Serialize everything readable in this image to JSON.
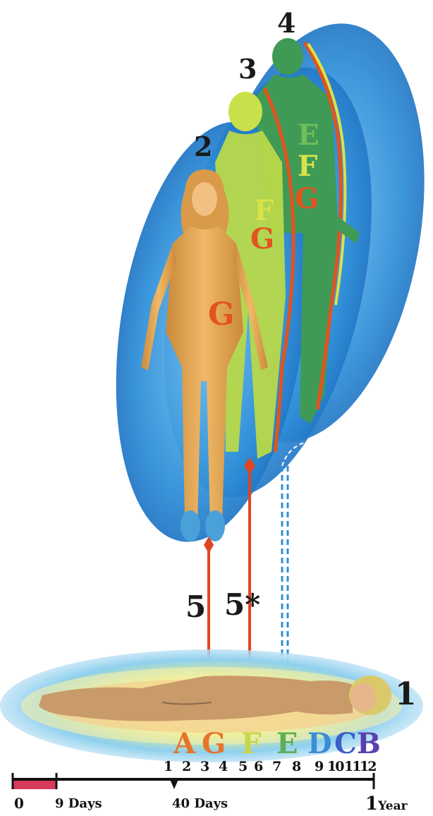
{
  "bodies": [
    {
      "num": "1"
    },
    {
      "num": "2"
    },
    {
      "num": "3"
    },
    {
      "num": "4"
    }
  ],
  "cords": [
    {
      "label": "5"
    },
    {
      "label": "5*"
    }
  ],
  "letters_row": [
    {
      "text": "A",
      "color": "#e8742a"
    },
    {
      "text": "G",
      "color": "#e8742a"
    },
    {
      "text": "F",
      "color": "#c7d64a"
    },
    {
      "text": "E",
      "color": "#5fae55"
    },
    {
      "text": "D",
      "color": "#3a8ed6"
    },
    {
      "text": "C",
      "color": "#3a5fc8"
    },
    {
      "text": "B",
      "color": "#5a3fb0"
    }
  ],
  "body_letters": {
    "body2": [
      {
        "text": "G",
        "color": "#e2531f"
      }
    ],
    "body3": [
      {
        "text": "F",
        "color": "#d9e24a"
      },
      {
        "text": "G",
        "color": "#e2531f"
      }
    ],
    "body4": [
      {
        "text": "E",
        "color": "#6fbf5a"
      },
      {
        "text": "F",
        "color": "#d9e24a"
      },
      {
        "text": "G",
        "color": "#e2531f"
      }
    ]
  },
  "month_ticks": [
    "1",
    "2",
    "3",
    "4",
    "5",
    "6",
    "7",
    "8",
    "9",
    "10",
    "11",
    "12"
  ],
  "timeline": {
    "start": "0",
    "days9": "9 Days",
    "days40": "40 Days",
    "year_num": "1",
    "year_word": "Year"
  },
  "colors": {
    "aura_blue": "#2f8fd8",
    "red_segment": "#d63a5a",
    "cord_red": "#e0451f"
  }
}
